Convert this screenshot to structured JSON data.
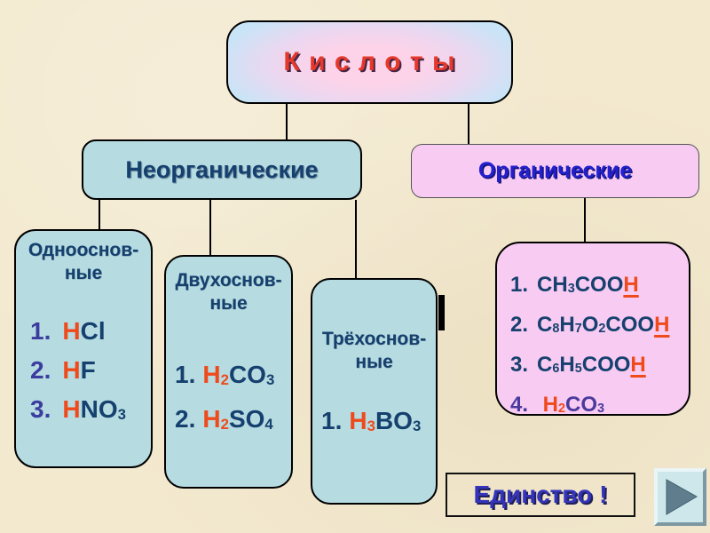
{
  "slide": {
    "title": "К и с л о т ы",
    "unity_label": "Единство !"
  },
  "branches": {
    "inorganic": {
      "label": "Неорганические"
    },
    "organic": {
      "label": "Органические"
    }
  },
  "inorganic_groups": [
    {
      "header_line1": "Однооснов-",
      "header_line2": "ные",
      "number_color": "indigo",
      "items": [
        {
          "num": "1.",
          "hydrogen": "H",
          "rest": "Cl"
        },
        {
          "num": "2.",
          "hydrogen": "H",
          "rest": "F"
        },
        {
          "num": "3.",
          "hydrogen": "H",
          "rest": "NO3"
        }
      ]
    },
    {
      "header_line1": "Двухоснов-",
      "header_line2": "ные",
      "number_color": "navy",
      "items": [
        {
          "num": "1.",
          "hydrogen": "H2",
          "rest": "CO3"
        },
        {
          "num": "2.",
          "hydrogen": "H2",
          "rest": "SO4"
        }
      ]
    },
    {
      "header_line1": "Трёхоснов-",
      "header_line2": "ные",
      "number_color": "navy",
      "items": [
        {
          "num": "1.",
          "hydrogen": "H3",
          "rest": "BO3"
        }
      ]
    }
  ],
  "organic_acids": [
    {
      "num": "1.",
      "base": "CH3COO",
      "acid_h": "H"
    },
    {
      "num": "2.",
      "base": "C8H7O2COO",
      "acid_h": "H"
    },
    {
      "num": "3.",
      "base": "C6H5COO",
      "acid_h": "H"
    },
    {
      "num": "4.",
      "hydrogen": "H2",
      "rest": "CO3",
      "variant": "purple"
    }
  ],
  "nav": {
    "next_icon": "play-triangle"
  },
  "colors": {
    "background": "#f3e9cf",
    "title_text": "#e5392b",
    "title_edge": "#c9e4f7",
    "navy": "#16406e",
    "indigo": "#3c3c9e",
    "hydrogen_red": "#ef4a1c",
    "purple": "#4b3a9e",
    "organic_blue": "#2420cf",
    "teal_box": "#b6dce2",
    "pink_box": "#f8cbf2",
    "unity_blue": "#3434bb",
    "button_face": "#cde7ea",
    "triangle_gray": "#5f7d8c"
  }
}
